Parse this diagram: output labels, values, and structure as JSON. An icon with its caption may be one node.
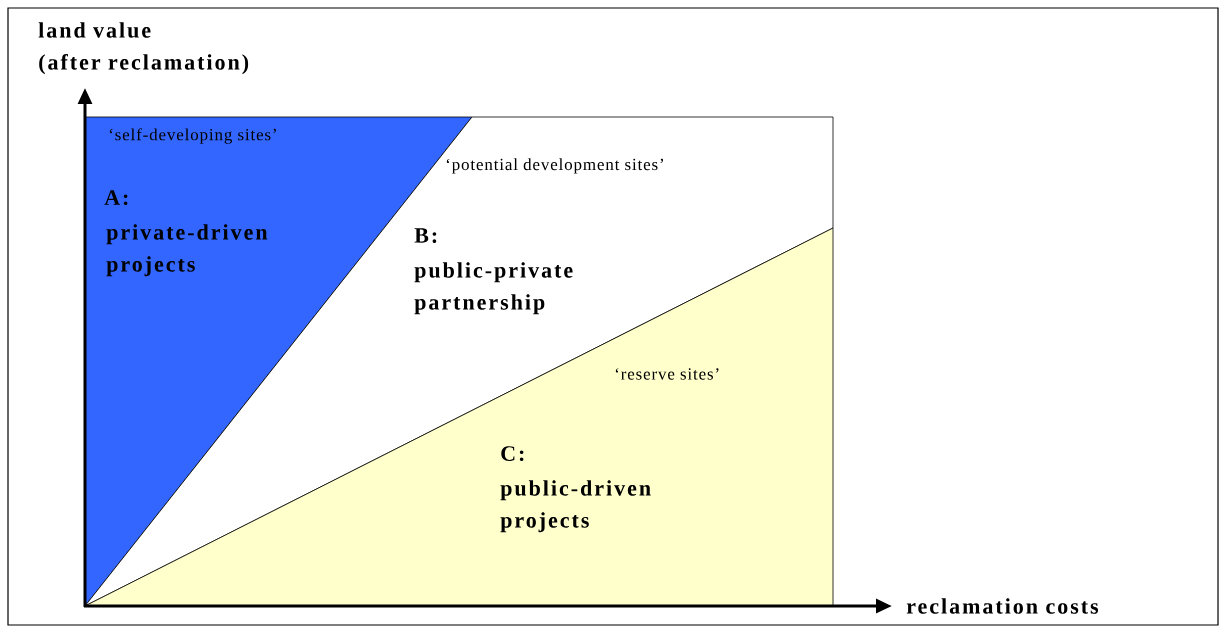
{
  "diagram": {
    "nodes": [
      {
        "text": [
          "‘self-developing sites’",
          "A:",
          "private-driven projects"
        ]
      },
      {
        "text": [
          "‘potential development sites’",
          "B:",
          "public-private partnership"
        ]
      },
      {
        "text": [
          "‘reserve sites’",
          "C:",
          "public-driven projects"
        ]
      }
    ],
    "labels": [
      "land value (after reclamation)",
      "reclamation costs"
    ]
  }
}
